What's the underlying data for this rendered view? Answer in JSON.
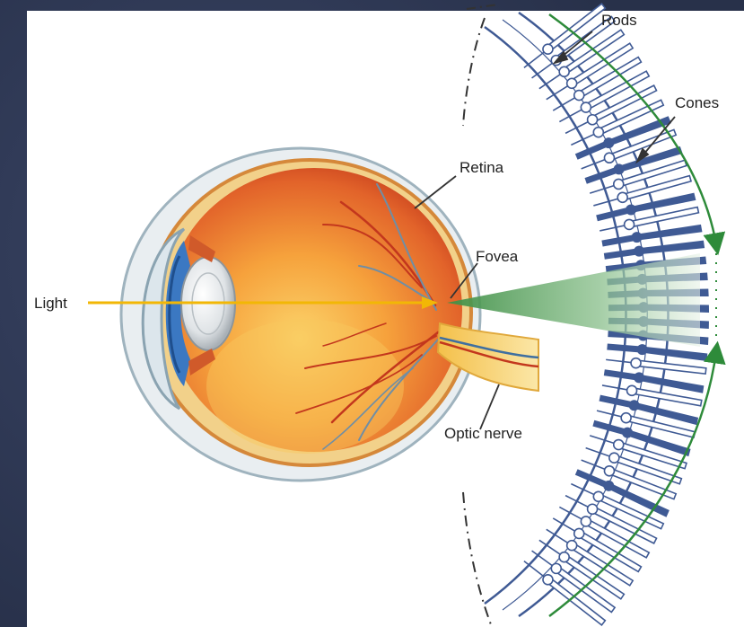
{
  "diagram": {
    "labels": {
      "rods": "Rods",
      "cones": "Cones",
      "retina": "Retina",
      "fovea": "Fovea",
      "light": "Light",
      "optic_nerve": "Optic nerve"
    },
    "colors": {
      "light_ray": "#f2b705",
      "cone_beam": "#4f9a52",
      "photoreceptor": "#3f5a94",
      "arrow": "#2e8b3a",
      "eyeball": "#e2632a",
      "iris": "#3b78c2"
    }
  }
}
